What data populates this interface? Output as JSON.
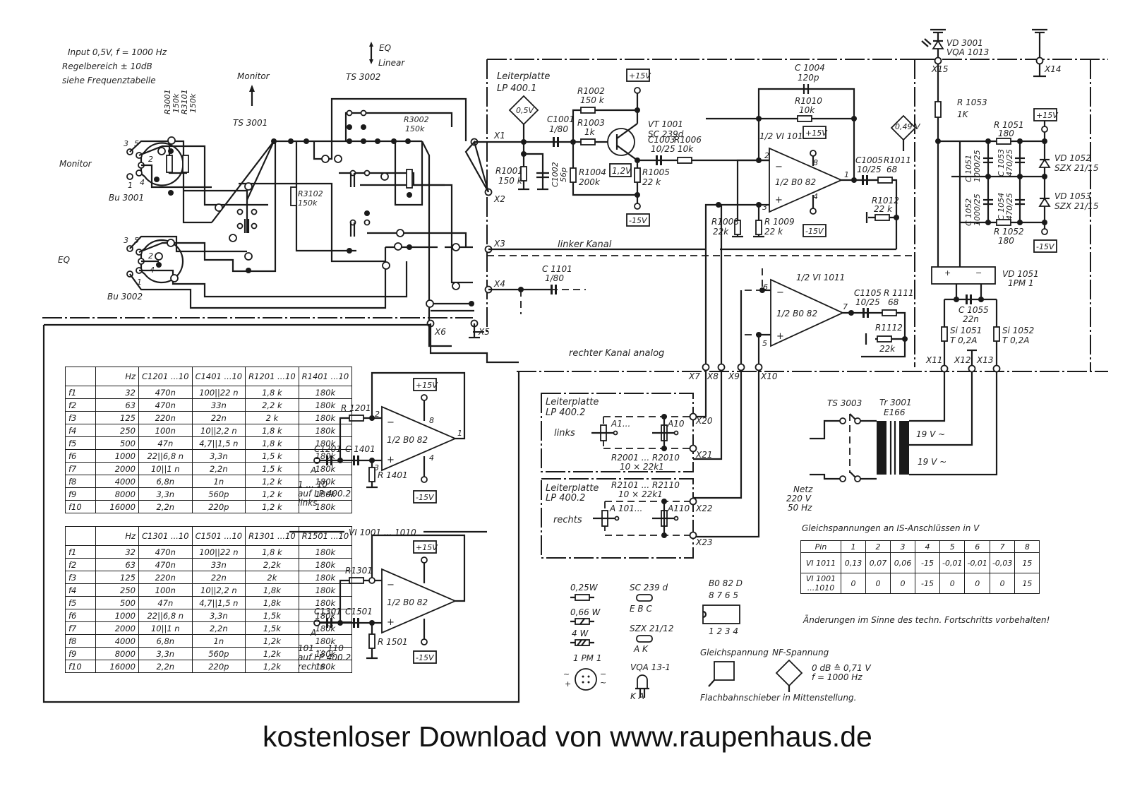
{
  "notes": {
    "input": "Input 0,5V, f = 1000 Hz",
    "range": "Regelbereich ± 10dB",
    "table_ref": "siehe Frequenztabelle"
  },
  "switches": {
    "monitor_arrow": "Monitor",
    "ts3001": "TS 3001",
    "ts3002": "TS 3002",
    "eq_up": "EQ",
    "linear_down": "Linear",
    "ts3003": "TS 3003"
  },
  "connectors": {
    "monitor_label": "Monitor",
    "bu3001": "Bu 3001",
    "eq_label": "EQ",
    "bu3002": "Bu 3002",
    "pins": [
      "1",
      "2",
      "3",
      "4",
      "5"
    ]
  },
  "resistors_top": {
    "r3001": "R3001",
    "r3001_val": "150k",
    "r3101": "R3101",
    "r3101_val": "150k",
    "r3002": "R3002",
    "r3002_val": "150k",
    "r3102": "R3102",
    "r3102_val": "150k"
  },
  "lp4001": {
    "title1": "Leiterplatte",
    "title2": "LP 400.1",
    "level_in": "0,5V",
    "level_out": "0,49 V",
    "c1001": "C1001",
    "c1001_val": "1/80",
    "c1002": "C1002",
    "c1002_val": "56p",
    "r1001": "R1001",
    "r1001_val": "150 k",
    "r1002": "R1002",
    "r1002_val": "150 k",
    "r1003": "R1003",
    "r1003_val": "1k",
    "r1004": "R1004",
    "r1004_val": "200k",
    "r1005": "R1005",
    "r1005_val": "22 k",
    "r1006": "R1006",
    "r1006_val": "10k",
    "c1003": "C1003",
    "c1003_val": "10/25",
    "vt1001": "VT 1001",
    "vt1001_type": "SC 239d",
    "vbias": "1,2V",
    "c1004": "C 1004",
    "c1004_val": "120p",
    "r1010": "R1010",
    "r1010_val": "10k",
    "opamp_a": "1/2 VI 1011",
    "opamp_type": "1/2 B0 82",
    "c1005": "C1005",
    "c1005_val": "10/25",
    "r1011": "R1011",
    "r1011_val": "68",
    "r1012": "R1012",
    "r1012_val": "22 k",
    "r1008": "R1008",
    "r1008_val": "22k",
    "r1009": "R 1009",
    "r1009_val": "22 k",
    "linker": "linker Kanal",
    "rechter": "rechter Kanal analog",
    "c1101": "C 1101",
    "c1101_val": "1/80",
    "opamp_b": "1/2 VI 1011",
    "c1105": "C1105",
    "c1105_val": "10/25",
    "r1111": "R 1111",
    "r1111_val": "68",
    "r1112": "R1112",
    "r1112_val": "22k",
    "pins_a": [
      "2",
      "3",
      "8",
      "4",
      "1"
    ],
    "pins_b": [
      "6",
      "5",
      "7"
    ]
  },
  "supply": {
    "plus15": "+15V",
    "minus15": "-15V",
    "vd3001": "VD 3001",
    "vd3001_type": "VQA 1013",
    "r1053": "R 1053",
    "r1053_val": "1K",
    "r1051": "R 1051",
    "r1051_val": "180",
    "r1052": "R 1052",
    "r1052_val": "180",
    "c1051": "C 1051",
    "c1051_val": "1000/25",
    "c1052": "C 1052",
    "c1052_val": "1000/25",
    "c1053": "C 1053",
    "c1053_val": "470/25",
    "c1054": "C 1054",
    "c1054_val": "470/25",
    "vd1052": "VD 1052",
    "vd1052_type": "SZX 21/15",
    "vd1053": "VD 1053",
    "vd1053_type": "SZX 21/15",
    "vd1051": "VD 1051",
    "vd1051_type": "1PM 1",
    "c1055": "C 1055",
    "c1055_val": "22n",
    "si1051": "Si 1051",
    "si1051_val": "T 0,2A",
    "si1052": "Si 1052",
    "si1052_val": "T 0,2A",
    "tr3001": "Tr 3001",
    "tr3001_type": "E166",
    "sec1": "19 V ~",
    "sec2": "19 V ~",
    "netz1": "Netz",
    "netz2": "220 V",
    "netz3": "50 Hz"
  },
  "terminals": [
    "X1",
    "X2",
    "X3",
    "X4",
    "X5",
    "X6",
    "X7",
    "X8",
    "X9",
    "X10",
    "X11",
    "X12",
    "X13",
    "X14",
    "X15",
    "X20",
    "X21",
    "X22",
    "X23"
  ],
  "lp4002": {
    "title1": "Leiterplatte",
    "title2": "LP 400.2",
    "links": "links",
    "rechts": "rechts",
    "a1": "A1...",
    "a10": "A10",
    "a101": "A 101...",
    "a110": "A110",
    "r_left": "R2001 ... R2010",
    "r_left_val": "10 × 22k1",
    "r_right": "R2101 ... R2110",
    "r_right_val": "10 × 22k1"
  },
  "filter_circuits": {
    "r1201": "R 1201",
    "c1201": "C1201",
    "c1401": "C 1401",
    "r1401": "R 1401",
    "r1301": "R1301",
    "c1301": "C1301",
    "c1501": "C1501",
    "r1501": "R 1501",
    "opamp": "1/2 B0 82",
    "input_a": "A",
    "note_left": [
      "1 ... 10",
      "auf LP 400.2",
      "links"
    ],
    "note_right": [
      "101 ... 110",
      "auf LP 400.2",
      "rechts"
    ],
    "divider": "VI 1001 ... 1010",
    "pins": [
      "2",
      "3",
      "8",
      "4",
      "1"
    ]
  },
  "freq_table_1": {
    "headers": [
      "",
      "Hz",
      "C1201 ...10",
      "C1401 ...10",
      "R1201 ...10",
      "R1401 ...10"
    ],
    "rows": [
      [
        "f1",
        "32",
        "470n",
        "100||22 n",
        "1,8 k",
        "180k"
      ],
      [
        "f2",
        "63",
        "470n",
        "33n",
        "2,2 k",
        "180k"
      ],
      [
        "f3",
        "125",
        "220n",
        "22n",
        "2 k",
        "180k"
      ],
      [
        "f4",
        "250",
        "100n",
        "10||2,2 n",
        "1,8 k",
        "180k"
      ],
      [
        "f5",
        "500",
        "47n",
        "4,7||1,5 n",
        "1,8 k",
        "180k"
      ],
      [
        "f6",
        "1000",
        "22||6,8 n",
        "3,3n",
        "1,5 k",
        "180k"
      ],
      [
        "f7",
        "2000",
        "10||1 n",
        "2,2n",
        "1,5 k",
        "180k"
      ],
      [
        "f8",
        "4000",
        "6,8n",
        "1n",
        "1,2 k",
        "180k"
      ],
      [
        "f9",
        "8000",
        "3,3n",
        "560p",
        "1,2 k",
        "180k"
      ],
      [
        "f10",
        "16000",
        "2,2n",
        "220p",
        "1,2 k",
        "180k"
      ]
    ]
  },
  "freq_table_2": {
    "headers": [
      "",
      "Hz",
      "C1301 ...10",
      "C1501 ...10",
      "R1301 ...10",
      "R1501 ...10"
    ],
    "rows": [
      [
        "f1",
        "32",
        "470n",
        "100||22 n",
        "1,8 k",
        "180k"
      ],
      [
        "f2",
        "63",
        "470n",
        "33n",
        "2,2k",
        "180k"
      ],
      [
        "f3",
        "125",
        "220n",
        "22n",
        "2k",
        "180k"
      ],
      [
        "f4",
        "250",
        "100n",
        "10||2,2 n",
        "1,8k",
        "180k"
      ],
      [
        "f5",
        "500",
        "47n",
        "4,7||1,5 n",
        "1,8k",
        "180k"
      ],
      [
        "f6",
        "1000",
        "22||6,8 n",
        "3,3n",
        "1,5k",
        "180k"
      ],
      [
        "f7",
        "2000",
        "10||1 n",
        "2,2n",
        "1,5k",
        "180k"
      ],
      [
        "f8",
        "4000",
        "6,8n",
        "1n",
        "1,2k",
        "180k"
      ],
      [
        "f9",
        "8000",
        "3,3n",
        "560p",
        "1,2k",
        "180k"
      ],
      [
        "f10",
        "16000",
        "2,2n",
        "220p",
        "1,2k",
        "180k"
      ]
    ]
  },
  "dc_table": {
    "title": "Gleichspannungen an IS-Anschlüssen in V",
    "headers": [
      "Pin",
      "1",
      "2",
      "3",
      "4",
      "5",
      "6",
      "7",
      "8"
    ],
    "rows": [
      [
        "VI 1011",
        "0,13",
        "0,07",
        "0,06",
        "-15",
        "-0,01",
        "-0,01",
        "-0,03",
        "15"
      ],
      [
        "VI 1001 ...1010",
        "0",
        "0",
        "0",
        "-15",
        "0",
        "0",
        "0",
        "15"
      ]
    ]
  },
  "legend": {
    "r025": "0,25W",
    "r066": "0,66 W",
    "r4": "4 W",
    "pm1": "1 PM 1",
    "sc239": "SC 239 d",
    "ebc": "E B C",
    "szx": "SZX 21/12",
    "ak": "A K",
    "vqa": "VQA 13-1",
    "ka": "K A",
    "b082": "B0 82 D",
    "pins_top": "8 7 6 5",
    "pins_bot": "1 2 3 4",
    "dc_label": "Gleichspannung",
    "nf_label": "NF-Spannung",
    "nf_ref1": "0 dB ≙ 0,71 V",
    "nf_ref2": "f = 1000 Hz",
    "slider_note": "Flachbahnschieber in Mittenstellung."
  },
  "disclaimer": "Änderungen im Sinne des techn. Fortschritts vorbehalten!",
  "footer": "kostenloser Download von www.raupenhaus.de"
}
